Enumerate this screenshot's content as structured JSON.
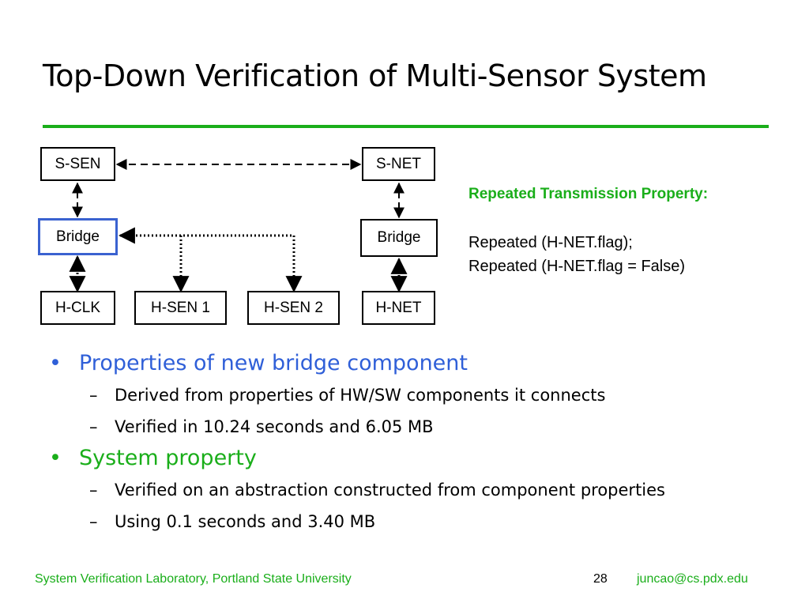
{
  "slide": {
    "title": "Top-Down Verification of Multi-Sensor System"
  },
  "diagram": {
    "nodes": {
      "s_sen": "S-SEN",
      "s_net": "S-NET",
      "bridge_left": "Bridge",
      "bridge_right": "Bridge",
      "h_clk": "H-CLK",
      "h_sen1": "H-SEN 1",
      "h_sen2": "H-SEN 2",
      "h_net": "H-NET"
    }
  },
  "property": {
    "title": "Repeated Transmission Property:",
    "lines": [
      "Repeated (H-NET.flag);",
      "Repeated (H-NET.flag = False)"
    ]
  },
  "bullets": [
    {
      "text": "Properties of new bridge component",
      "color": "#2f5fd8",
      "subs": [
        "Derived from properties of HW/SW components it connects",
        "Verified in 10.24 seconds and 6.05 MB"
      ]
    },
    {
      "text": "System property",
      "color": "#1aae1a",
      "subs": [
        "Verified on an abstraction constructed from component properties",
        "Using 0.1 seconds and 3.40 MB"
      ]
    }
  ],
  "footer": {
    "left": "System Verification Laboratory, Portland State University",
    "page": "28",
    "email": "juncao@cs.pdx.edu"
  },
  "colors": {
    "accent_green": "#1aae1a",
    "accent_blue": "#2f5fd8",
    "bridge_border": "#3a62d0"
  }
}
